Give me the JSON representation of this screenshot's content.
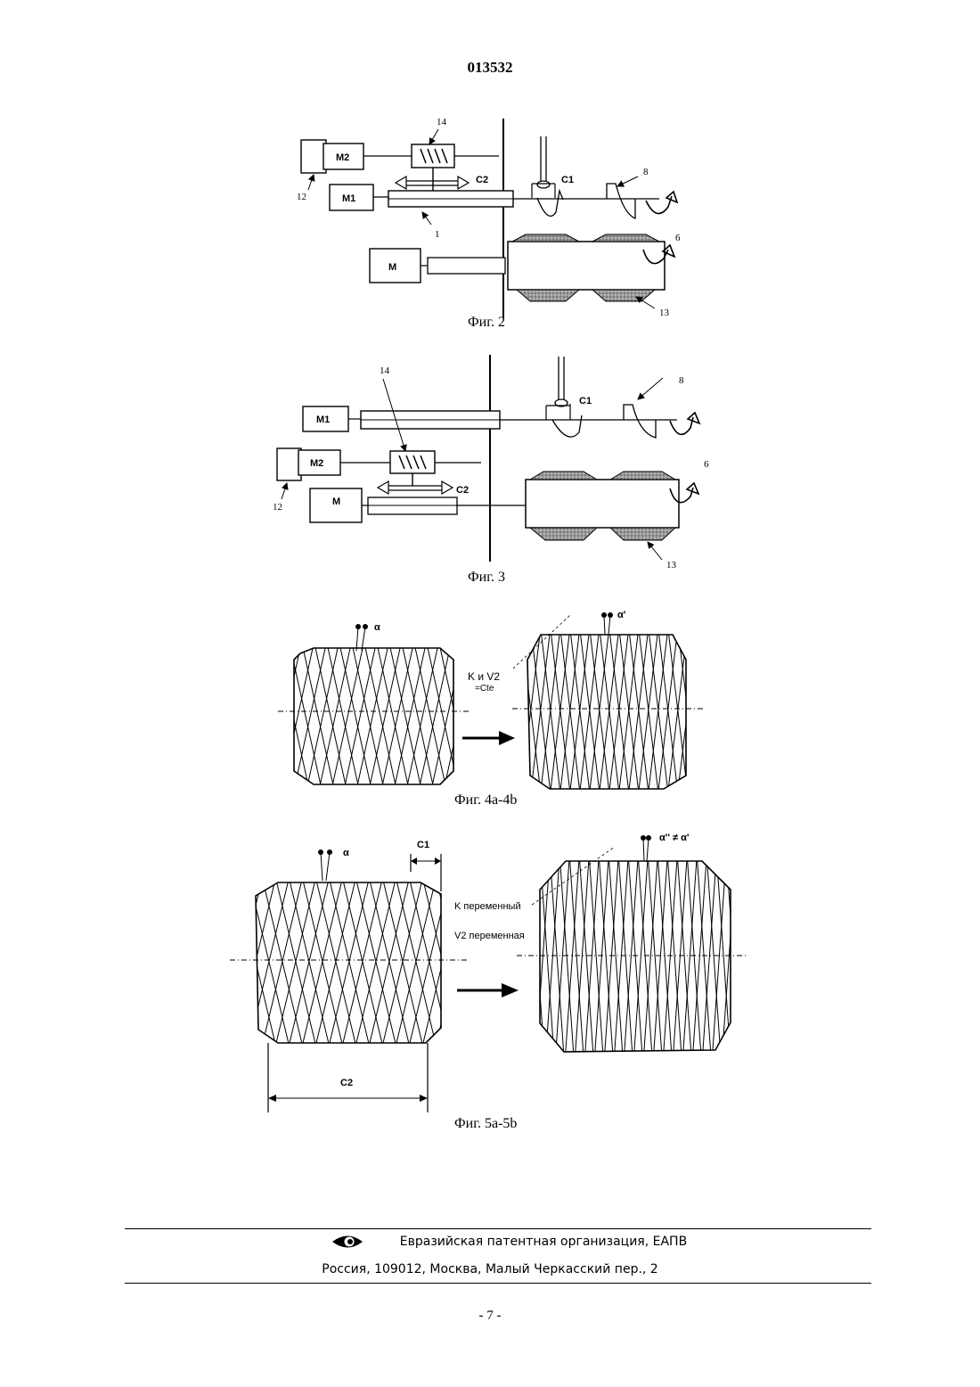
{
  "header": {
    "doc_number": "013532"
  },
  "fig2": {
    "caption": "Фиг. 2",
    "labels": {
      "m2": "M2",
      "m1": "M1",
      "m": "M",
      "c2": "C2",
      "c1": "C1",
      "n14": "14",
      "n12": "12",
      "n1": "1",
      "n8": "8",
      "n6": "6",
      "n13": "13"
    }
  },
  "fig3": {
    "caption": "Фиг. 3",
    "labels": {
      "m1": "M1",
      "m2": "M2",
      "m": "M",
      "c2": "C2",
      "c1": "C1",
      "n14": "14",
      "n12": "12",
      "n8": "8",
      "n6": "6",
      "n13": "13"
    }
  },
  "fig4": {
    "caption": "Фиг. 4a-4b",
    "labels": {
      "alpha": "α",
      "alpha_prime": "α'",
      "k_and_v2": "K  и  V2",
      "cte": "=Cte"
    }
  },
  "fig5": {
    "caption": "Фиг. 5a-5b",
    "labels": {
      "alpha": "α",
      "c1": "C1",
      "c2": "C2",
      "alpha_relation": "α'' ≠ α'",
      "k_variable": "K переменный",
      "v2_variable": "V2 переменная"
    }
  },
  "footer": {
    "org": "Евразийская патентная организация, ЕАПВ",
    "address": "Россия, 109012, Москва, Малый Черкасский пер., 2"
  },
  "page_number": "- 7 -",
  "colors": {
    "ink": "#000000",
    "band_fill": "#8a8a8a"
  }
}
